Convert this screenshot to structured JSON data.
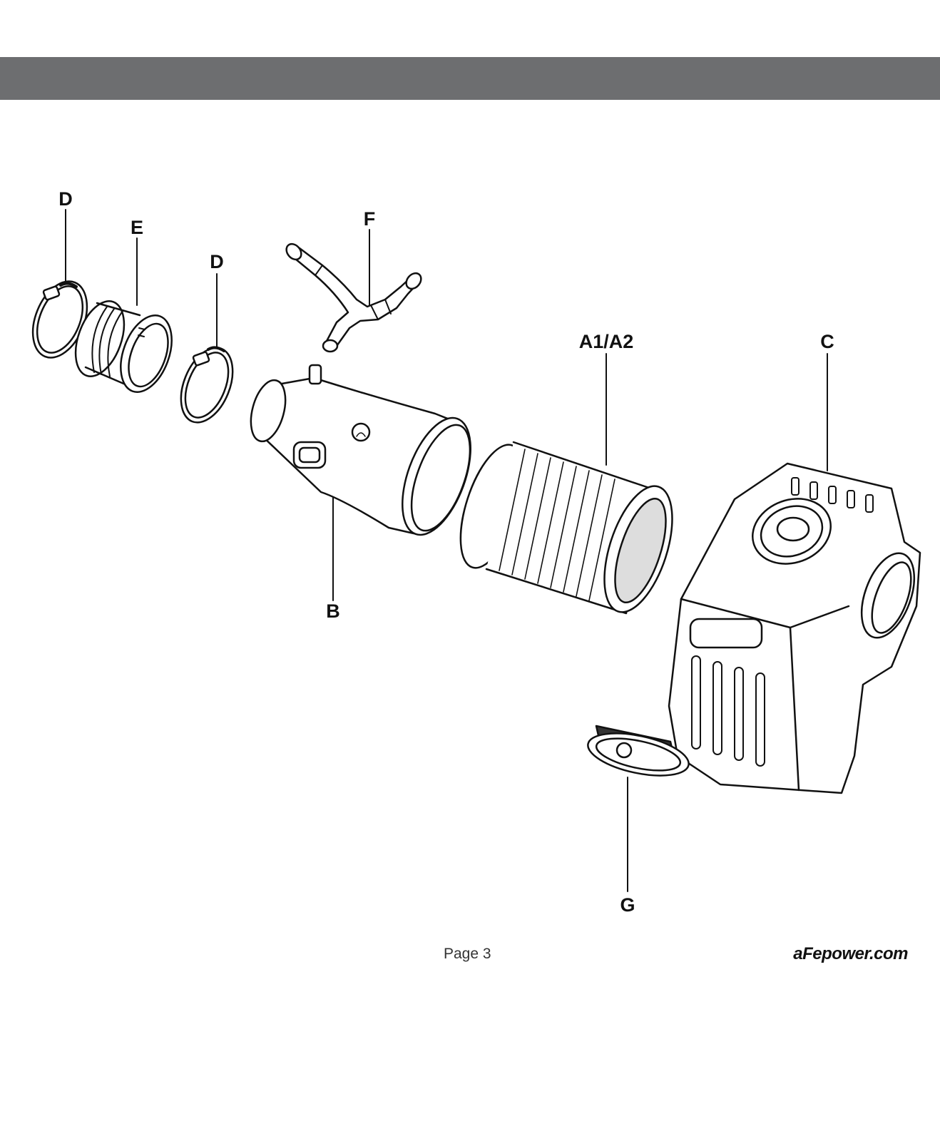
{
  "labels": {
    "d_left": "D",
    "e": "E",
    "d_mid": "D",
    "f": "F",
    "a1a2": "A1/A2",
    "c": "C",
    "b": "B",
    "g": "G"
  },
  "footer": {
    "page": "Page 3",
    "website": "aFepower.com"
  },
  "colors": {
    "header_bar": "#6d6e70",
    "line": "#111111"
  }
}
